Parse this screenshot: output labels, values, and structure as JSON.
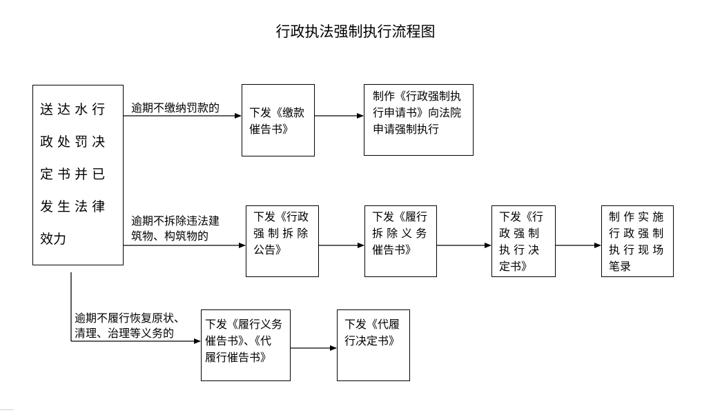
{
  "title": "行政执法强制执行流程图",
  "start": {
    "lines": [
      "送 达 水 行",
      "政 处 罚 决",
      "定 书 并 已",
      "发 生 法 律",
      "效力"
    ]
  },
  "branch1": {
    "condition": [
      "逾期不缴纳罚款的"
    ],
    "step1": [
      "下发《缴款",
      "催告书》"
    ],
    "step2": [
      "制作《行政强制执",
      "行申请书》向法院",
      "申请强制执行"
    ]
  },
  "branch2": {
    "condition": [
      "逾期不拆除违法建",
      "筑物、构筑物的"
    ],
    "step1": [
      "下发《行政",
      "强 制 拆 除",
      "公告》"
    ],
    "step2": [
      "下发《履行",
      "拆 除 义 务",
      "催告书》"
    ],
    "step3": [
      "下发《行",
      "政 强 制",
      "执 行 决",
      "定书》"
    ],
    "step4": [
      "制 作 实 施",
      "行 政 强 制",
      "执 行 现 场",
      "笔录"
    ]
  },
  "branch3": {
    "condition": [
      "逾期不履行恢复原状、",
      "清理、治理等义务的"
    ],
    "step1": [
      "下发《履行义务",
      "催告书》、《代",
      "履行催告书》"
    ],
    "step2": [
      "下发《代履",
      "行决定书》"
    ]
  }
}
